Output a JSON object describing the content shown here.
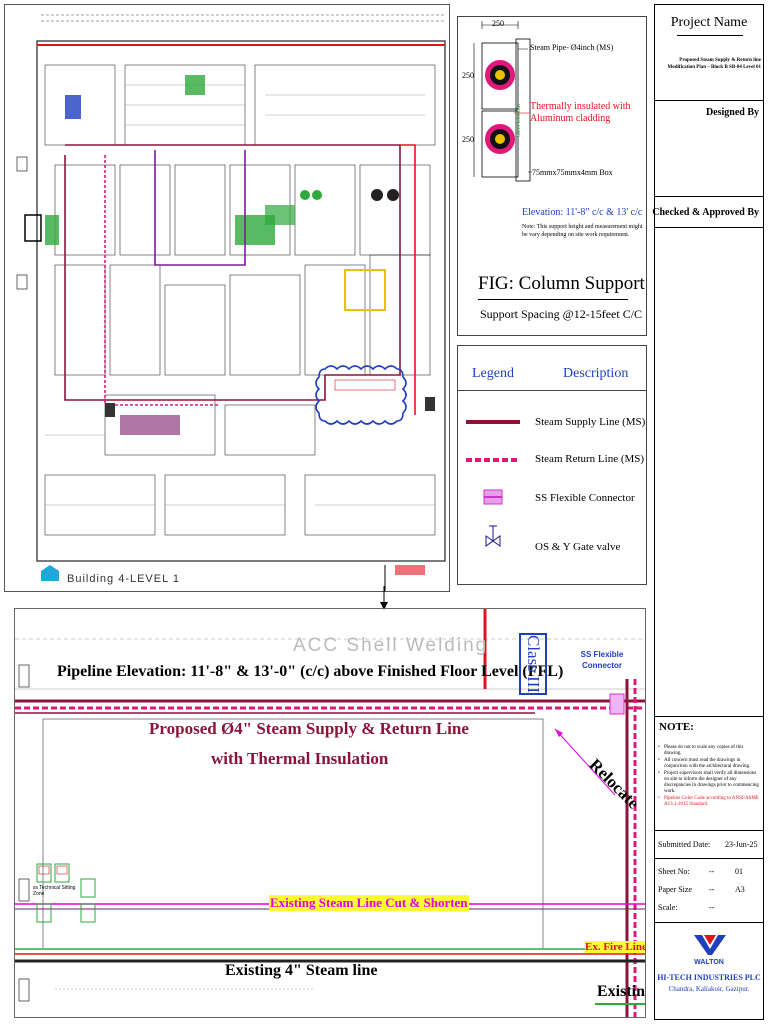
{
  "plan": {
    "building_label": "Building 4-LEVEL 1"
  },
  "column_support": {
    "dim_top": "250",
    "dim_left_1": "250",
    "dim_left_2": "250",
    "steam_pipe_label": "Steam Pipe- Ø4inch (MS)",
    "insulation_label": "Thermally insulated with Aluminum cladding",
    "column_label": "Steel Column",
    "box_label": "75mmx75mmx4mm Box",
    "elevation_label": "Elevation: 11'-8\" c/c & 13' c/c",
    "note": "Note:  This support height and measurement might be vary depending on site work requirement.",
    "fig_title": "FIG:  Column Support",
    "spacing": "Support Spacing @12-15feet C/C"
  },
  "legend": {
    "header_legend": "Legend",
    "header_description": "Description",
    "items": [
      {
        "label": "Steam Supply Line (MS)",
        "color": "#8b1538"
      },
      {
        "label": "Steam Return Line (MS)",
        "color": "#e0187a"
      },
      {
        "label": "SS Flexible Connector",
        "color": "#cc33cc"
      },
      {
        "label": "OS & Y Gate valve",
        "color": "#1a1a8c"
      }
    ]
  },
  "elevation": {
    "watermark": "ACC Shell Welding",
    "title": "Pipeline Elevation: 11'-8\" & 13'-0\" (c/c) above Finished Floor Level (FFL)",
    "proposed_line1": "Proposed Ø4\" Steam Supply & Return Line",
    "proposed_line2": "with Thermal Insulation",
    "class_label": "Class III",
    "flex_label": "SS Flexible Connector",
    "relocate_label": "Relocate",
    "cut_label": "Existing Steam Line Cut & Shorten",
    "fire_label": "Ex. Fire Line C",
    "existing_label": "Existing 4\" Steam line",
    "existing_label_2": "Existing",
    "zone_label": "ss Technical Sitting Zone"
  },
  "title_block": {
    "project_name_label": "Project Name",
    "project_description": "Proposed Steam Supply & Return line Modification Plan – Block B SB-04 Level 01",
    "designed_by": "Designed By",
    "checked_by": "Checked & Approved By",
    "note_header": "NOTE:",
    "notes": [
      "Please do not to scale any copies of this drawing.",
      "All concern must read the drawings in conjunction with the architectural drawing.",
      "Project supervisors shall verify all dimensions on site to inform the designer of any discrepancies in drawings prior to commencing work.",
      "Pipeline Color Code according to ANSI/ASME A13.1-2015 Standard."
    ],
    "submitted_date_label": "Submitted Date:",
    "submitted_date": "23-Jun-25",
    "sheet_no_label": "Sheet No:",
    "sheet_no": "01",
    "paper_size_label": "Paper Size",
    "paper_size": "A3",
    "scale_label": "Scale:",
    "scale_value": "--",
    "sep": "--",
    "company_logo": "WALTON",
    "company_name": "HI-TECH INDUSTRIES PLC",
    "company_address": "Chandra, Kaliakoir, Gazipur."
  },
  "colors": {
    "supply": "#8b1538",
    "return": "#e0187a",
    "proposed_text": "#8b1538",
    "blue_text": "#1f3fbf",
    "red_text": "#e0141e",
    "magenta": "#e000e0"
  }
}
